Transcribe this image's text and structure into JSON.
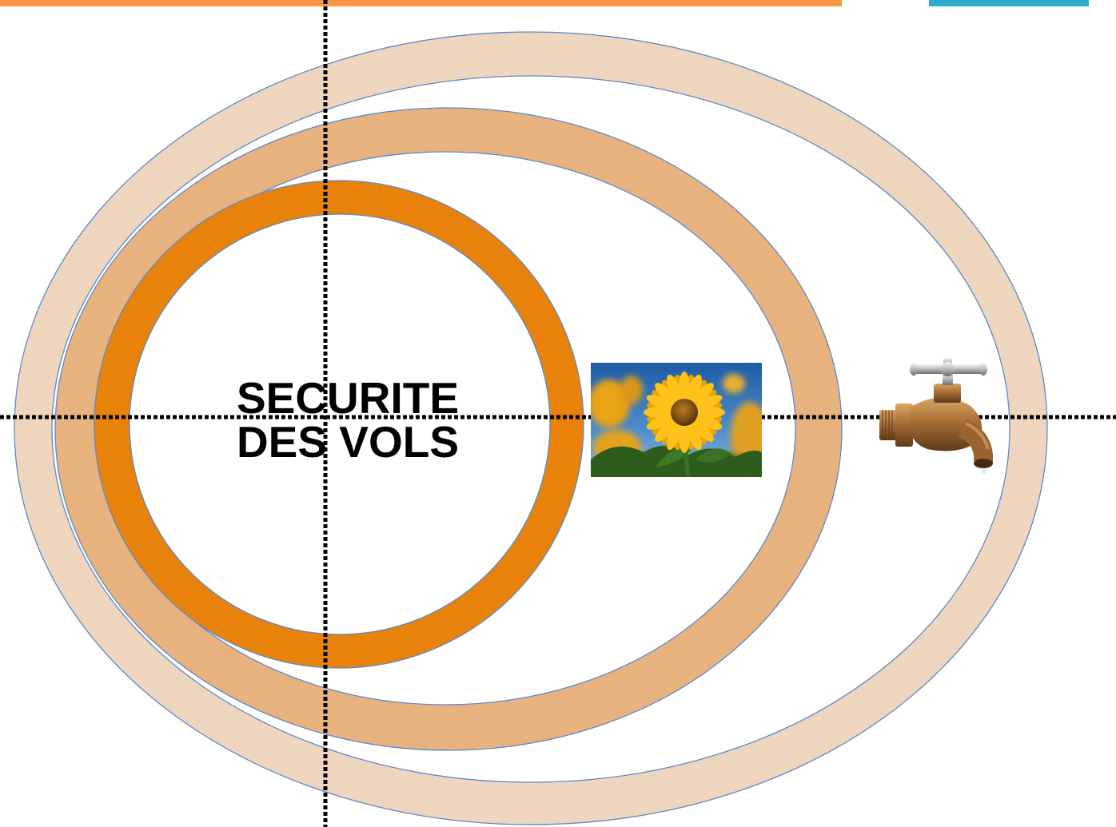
{
  "slide": {
    "title_lines": [
      "SECURITE",
      "DES VOLS"
    ]
  },
  "colors": {
    "top_bar": "#F79646",
    "top_right_accent": "#2EABCF",
    "outer_ring": "#EDD6BD",
    "middle_ring": "#E8B27F",
    "inner_ring": "#E8820A",
    "ring_outline": "#5B8AC6",
    "background": "#FFFFFF",
    "axis_line": "#000000"
  },
  "images": {
    "center_right": "sunflower-photo",
    "right": "faucet-icon"
  }
}
